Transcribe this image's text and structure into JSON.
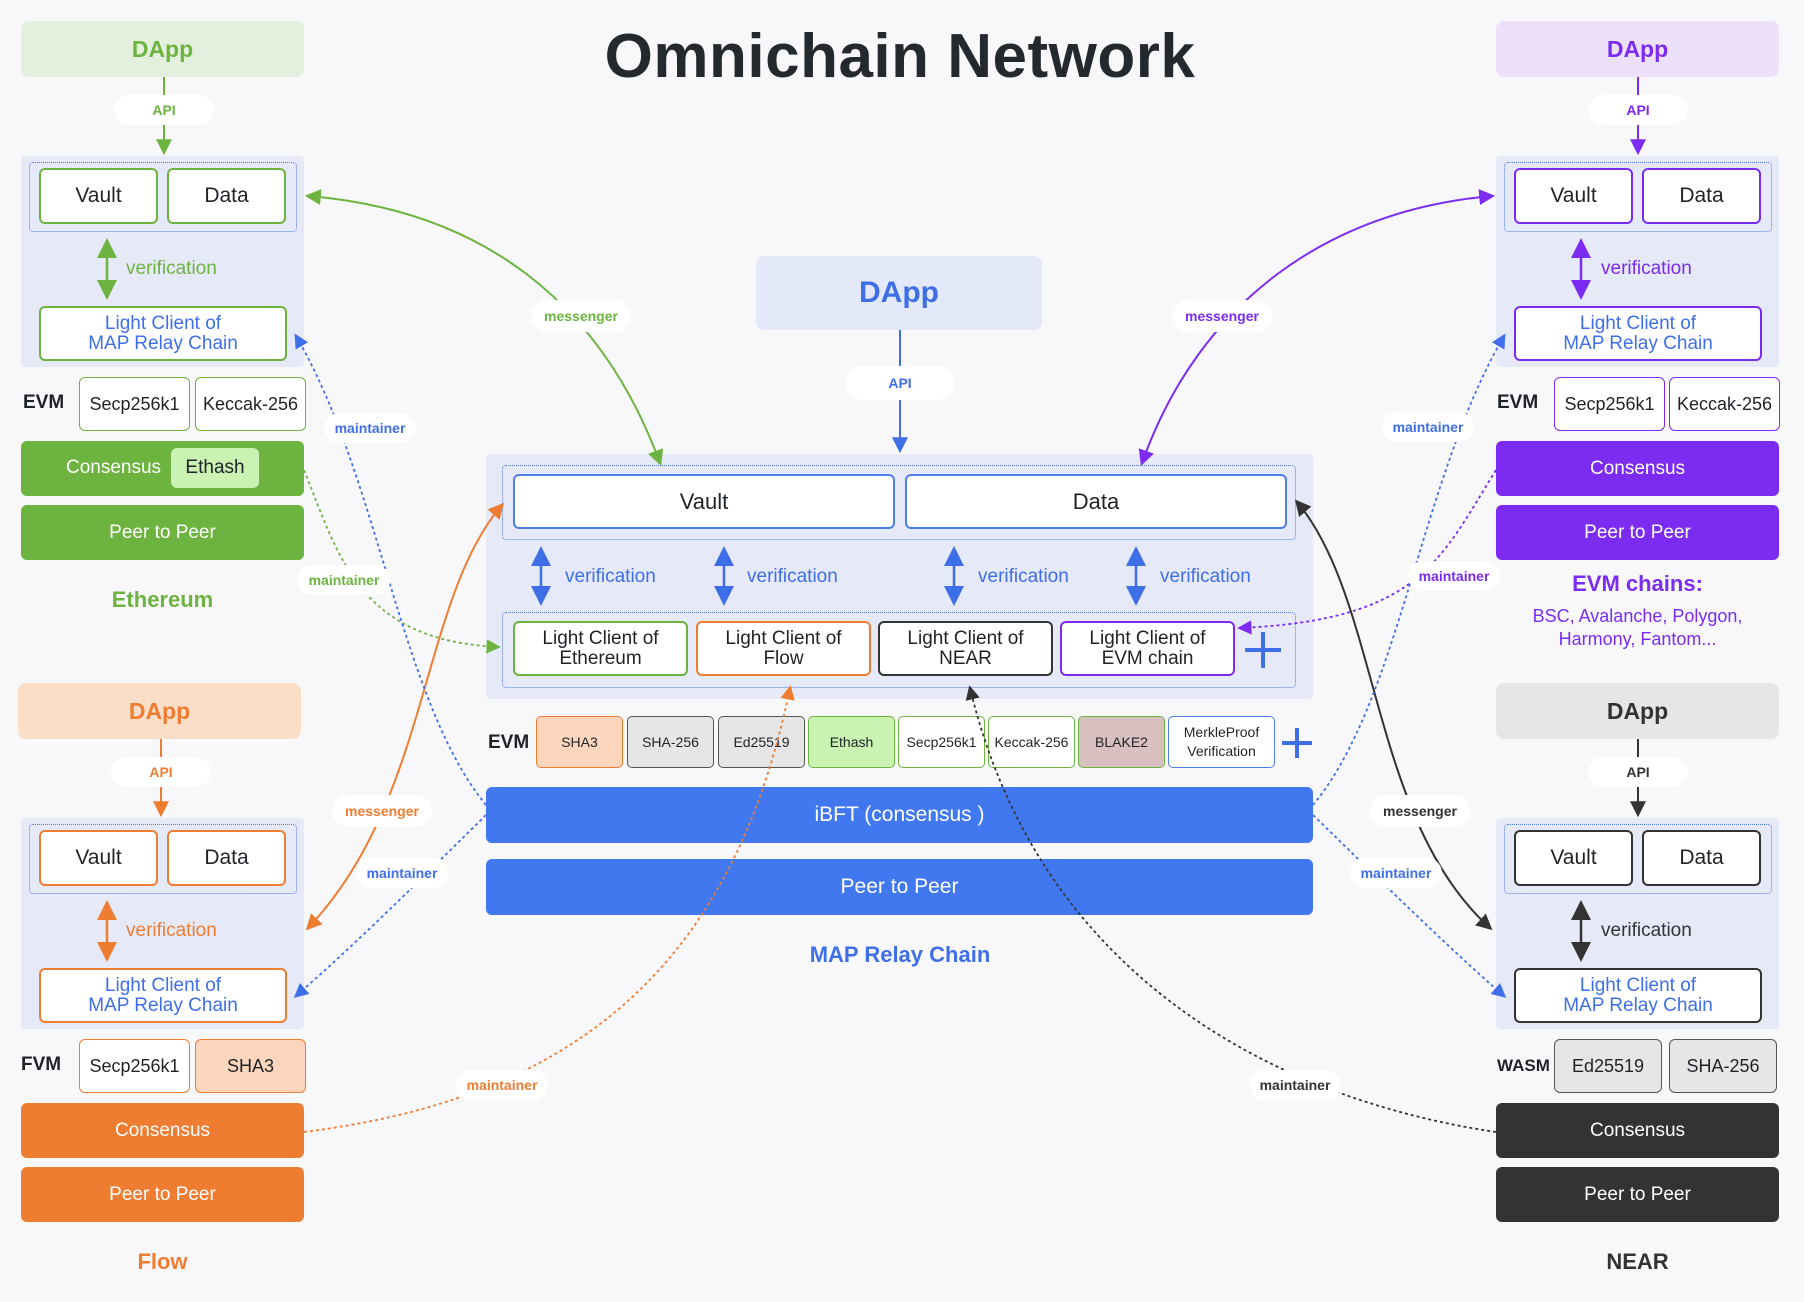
{
  "title": "Omnichain Network",
  "colors": {
    "ethereum": "#6db33f",
    "evm": "#7b2cf0",
    "flow": "#ef7d31",
    "near": "#333333",
    "map": "#3f6fe6"
  },
  "relay": {
    "dapp": "DApp",
    "api": "API",
    "vault": "Vault",
    "data": "Data",
    "verification": "verification",
    "light_clients": [
      {
        "line1": "Light Client of",
        "line2": "Ethereum"
      },
      {
        "line1": "Light Client of",
        "line2": "Flow"
      },
      {
        "line1": "Light Client of",
        "line2": "NEAR"
      },
      {
        "line1": "Light Client of",
        "line2": "EVM chain"
      }
    ],
    "vm": "EVM",
    "algorithms": [
      "SHA3",
      "SHA-256",
      "Ed25519",
      "Ethash",
      "Secp256k1",
      "Keccak-256",
      "BLAKE2",
      "MerkleProof Verification"
    ],
    "consensus": "iBFT (consensus )",
    "p2p": "Peer to Peer",
    "caption": "MAP Relay Chain",
    "add_icon": "plus-icon"
  },
  "chains": {
    "ethereum": {
      "dapp": "DApp",
      "api": "API",
      "vault": "Vault",
      "data": "Data",
      "verification": "verification",
      "lc_line1": "Light Client of",
      "lc_line2": "MAP Relay Chain",
      "vm": "EVM",
      "sig1": "Secp256k1",
      "sig2": "Keccak-256",
      "consensus": "Consensus",
      "consensus_algo": "Ethash",
      "p2p": "Peer to Peer",
      "caption": "Ethereum"
    },
    "evm": {
      "dapp": "DApp",
      "api": "API",
      "vault": "Vault",
      "data": "Data",
      "verification": "verification",
      "lc_line1": "Light Client of",
      "lc_line2": "MAP Relay Chain",
      "vm": "EVM",
      "sig1": "Secp256k1",
      "sig2": "Keccak-256",
      "consensus": "Consensus",
      "p2p": "Peer to Peer",
      "caption": "EVM chains:",
      "subcaption_line1": "BSC, Avalanche, Polygon,",
      "subcaption_line2": "Harmony, Fantom..."
    },
    "flow": {
      "dapp": "DApp",
      "api": "API",
      "vault": "Vault",
      "data": "Data",
      "verification": "verification",
      "lc_line1": "Light Client of",
      "lc_line2": "MAP Relay Chain",
      "vm": "FVM",
      "sig1": "Secp256k1",
      "sig2": "SHA3",
      "consensus": "Consensus",
      "p2p": "Peer to Peer",
      "caption": "Flow"
    },
    "near": {
      "dapp": "DApp",
      "api": "API",
      "vault": "Vault",
      "data": "Data",
      "verification": "verification",
      "lc_line1": "Light Client of",
      "lc_line2": "MAP Relay Chain",
      "vm": "WASM",
      "sig1": "Ed25519",
      "sig2": "SHA-256",
      "consensus": "Consensus",
      "p2p": "Peer to Peer",
      "caption": "NEAR"
    }
  },
  "connectors": {
    "messenger": "messenger",
    "maintainer": "maintainer"
  }
}
